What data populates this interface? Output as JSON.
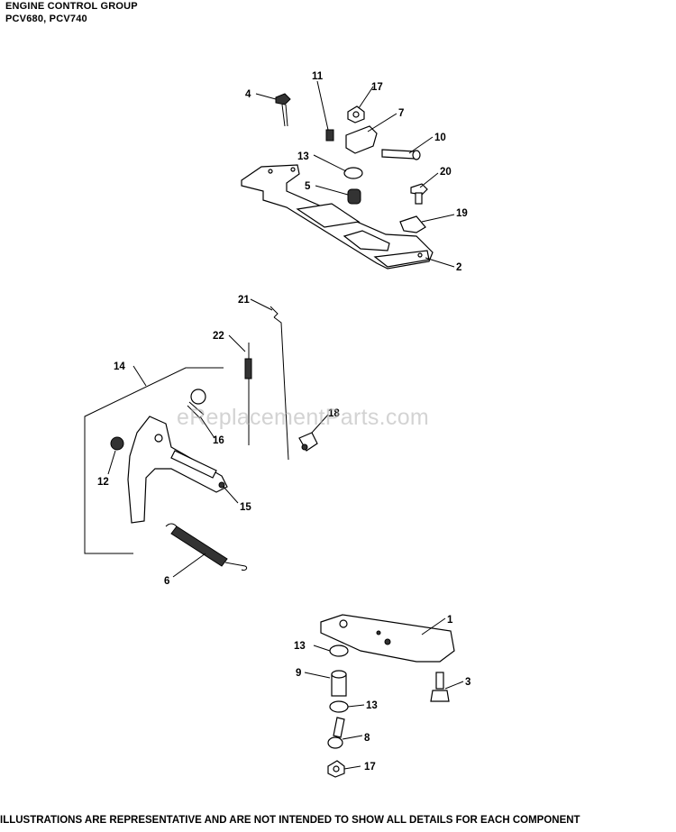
{
  "header": {
    "title": "ENGINE CONTROL GROUP",
    "models": "PCV680, PCV740"
  },
  "footer": {
    "note": "ILLUSTRATIONS ARE REPRESENTATIVE AND ARE NOT INTENDED TO SHOW ALL DETAILS FOR EACH COMPONENT"
  },
  "watermark": "eReplacementParts.com",
  "callouts": {
    "c1": "1",
    "c2": "2",
    "c3": "3",
    "c4": "4",
    "c5": "5",
    "c6": "6",
    "c7": "7",
    "c8": "8",
    "c9": "9",
    "c10": "10",
    "c11": "11",
    "c12": "12",
    "c13a": "13",
    "c13b": "13",
    "c13c": "13",
    "c14": "14",
    "c15": "15",
    "c16": "16",
    "c17a": "17",
    "c17b": "17",
    "c18": "18",
    "c19": "19",
    "c20": "20",
    "c21": "21",
    "c22": "22"
  }
}
